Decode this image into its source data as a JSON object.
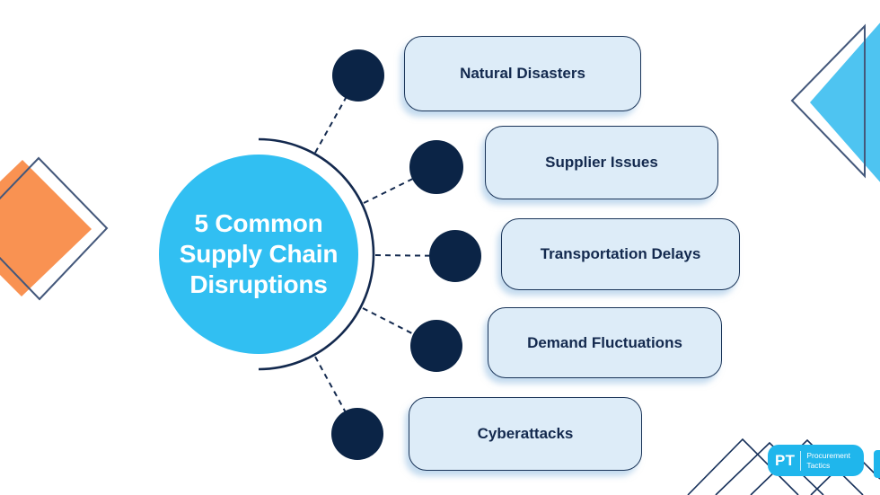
{
  "diagram": {
    "title_lines": [
      "5 Common",
      "Supply Chain",
      "Disruptions"
    ],
    "items": [
      {
        "label": "Natural Disasters"
      },
      {
        "label": "Supplier Issues"
      },
      {
        "label": "Transportation Delays"
      },
      {
        "label": "Demand Fluctuations"
      },
      {
        "label": "Cyberattacks"
      }
    ]
  },
  "logo": {
    "abbr": "PT",
    "name_top": "Procurement",
    "name_bottom": "Tactics"
  },
  "colors": {
    "accent_blue": "#31BFF2",
    "triangle_blue": "#4EC4F1",
    "navy": "#0B2446",
    "outline_slate": "#44587B",
    "box_fill": "#DDECF8",
    "box_border": "#1A3458",
    "box_text": "#13294E",
    "orange": "#F99252",
    "logo_blue": "#1FB6EC",
    "line_navy": "#16305A"
  }
}
